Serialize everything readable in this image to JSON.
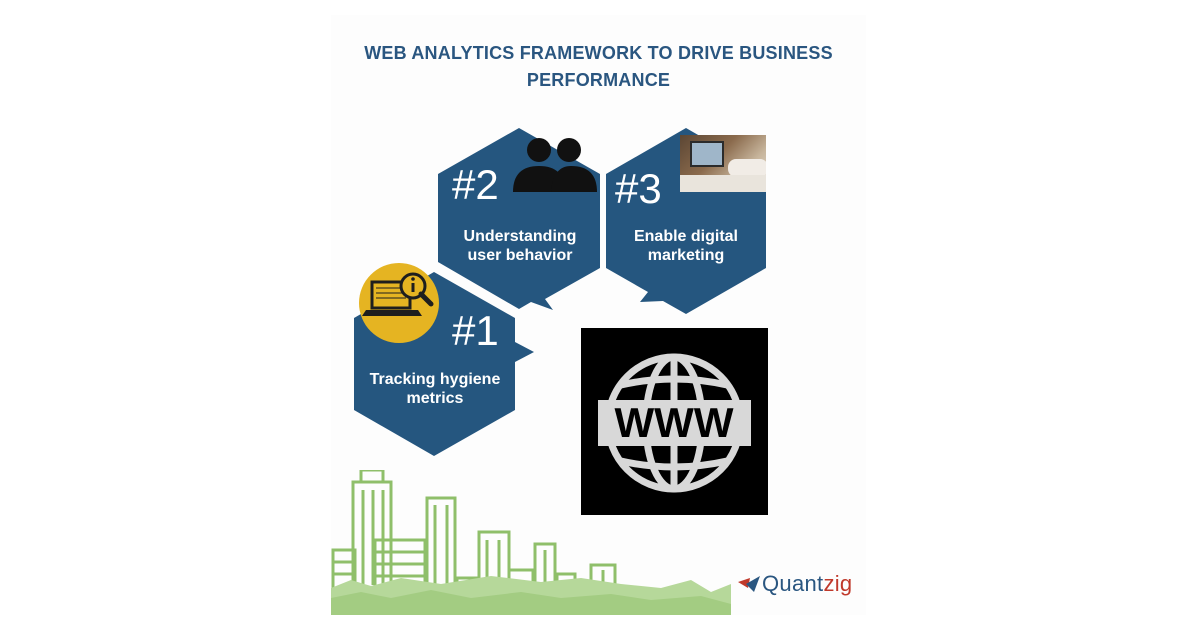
{
  "title": "WEB ANALYTICS FRAMEWORK TO DRIVE BUSINESS PERFORMANCE",
  "steps": [
    {
      "number": "#1",
      "label": "Tracking hygiene metrics",
      "icon": "laptop-info-icon"
    },
    {
      "number": "#2",
      "label": "Understanding user behavior",
      "icon": "users-icon"
    },
    {
      "number": "#3",
      "label": "Enable digital marketing",
      "icon": "office-photo"
    }
  ],
  "www_graphic": {
    "text": "WWW",
    "icon": "globe-www-icon"
  },
  "logo": {
    "text_a": "Quant",
    "text_b": "zig"
  },
  "colors": {
    "title": "#2a5680",
    "hexagon": "#25567f",
    "badge": "#e5b422",
    "city": "#8fbf6a",
    "logo_accent": "#c0392b"
  }
}
